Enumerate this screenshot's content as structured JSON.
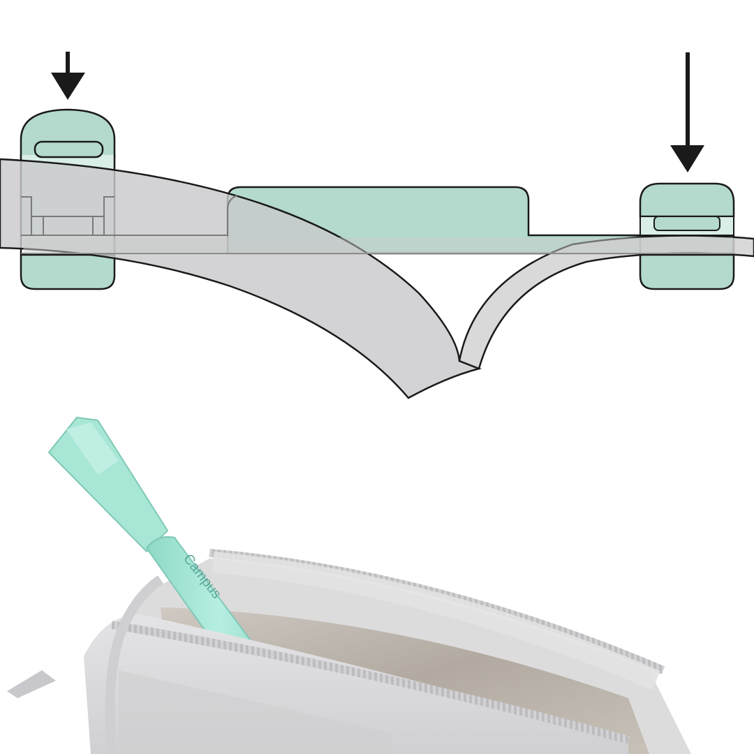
{
  "diagram": {
    "description": "Clip attaching to the edge of a pouch opening",
    "arrows": [
      {
        "id": "left-press-arrow",
        "direction": "down"
      },
      {
        "id": "right-press-arrow",
        "direction": "down"
      }
    ],
    "colors": {
      "clip_fill": "#b3dacc",
      "clip_fill_light": "#d9eee7",
      "fabric_fill": "#d2d2d4",
      "outline": "#1a1a1a",
      "inner_outline": "#7a7a7a"
    }
  },
  "photo": {
    "brand_text": "Campus",
    "colors": {
      "clip": "#9fe3d2",
      "clip_shadow": "#7ccdb9",
      "pouch": "#dcdcdc",
      "pouch_dark": "#c6c6c6",
      "zipper": "#c9c9cb",
      "lining": "#b9b1a8"
    }
  }
}
